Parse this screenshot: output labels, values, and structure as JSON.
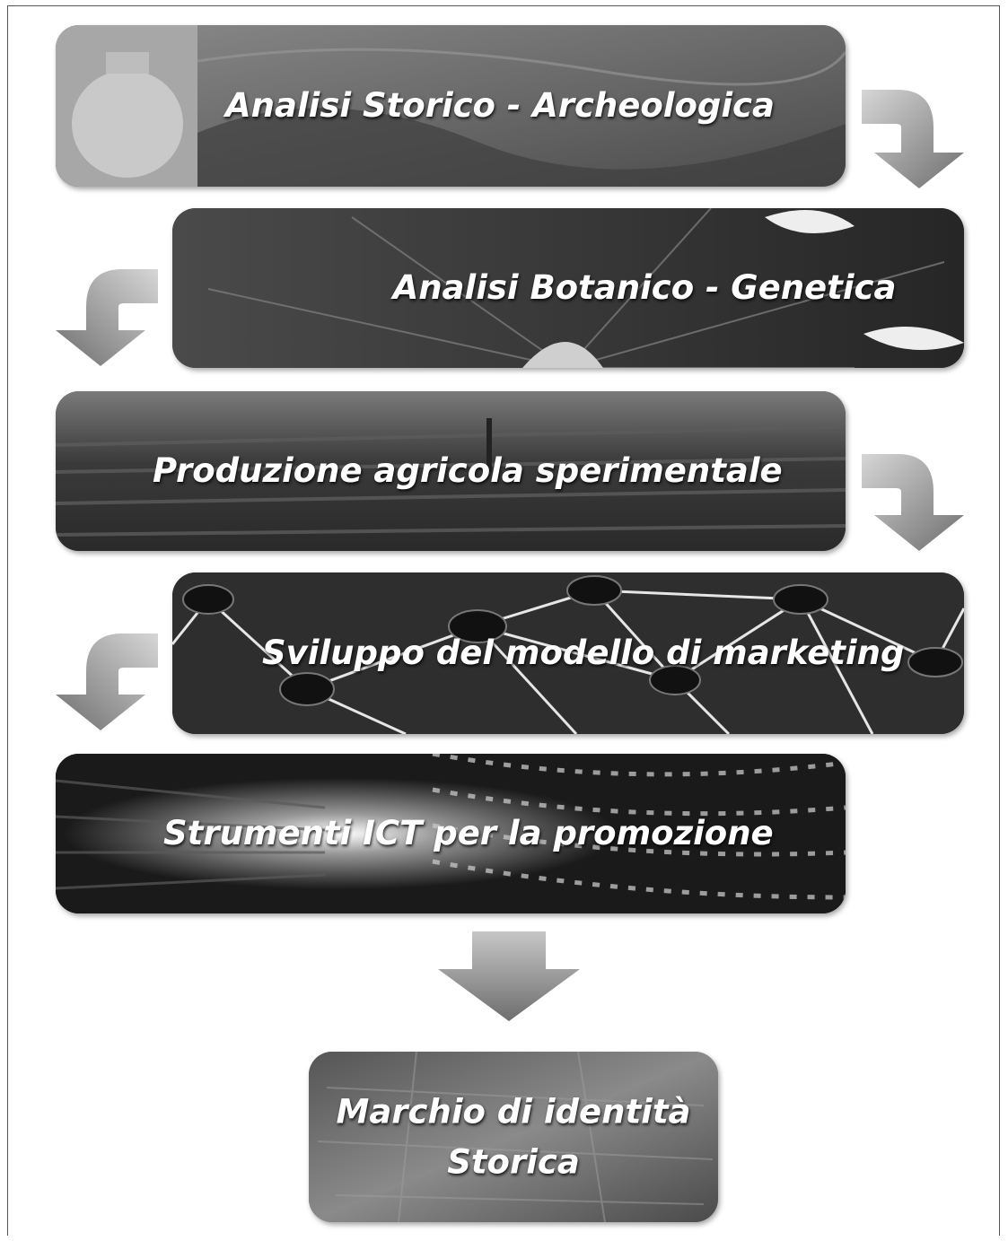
{
  "steps": [
    {
      "label": "Analisi Storico - Archeologica"
    },
    {
      "label": "Analisi Botanico - Genetica"
    },
    {
      "label": "Produzione agricola sperimentale"
    },
    {
      "label": "Sviluppo del modello di marketing"
    },
    {
      "label": "Strumenti ICT per la promozione"
    },
    {
      "label": "Marchio di identità\nStorica"
    }
  ],
  "colors": {
    "arrow_light": "#d6d6d6",
    "arrow_dark": "#6e6e6e",
    "text": "#ffffff"
  }
}
